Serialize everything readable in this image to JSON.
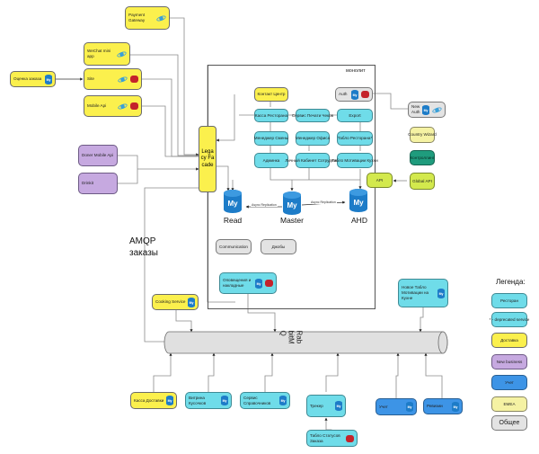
{
  "monolith": {
    "title": "монолит",
    "services": {
      "contact_center": "Контакт Центр",
      "kassa_restorana": "Касса Ресторана",
      "print_service": "Сервис Печати Чеков",
      "export": "Export",
      "shift_manager": "Менеджер Смены",
      "office_manager": "Менеджер Офиса",
      "restaurant_board": "Табло Ресторана*",
      "admin": "Админка",
      "employee_cabinet": "Личный Кабинет Сотрудника",
      "kitchen_motivation": "Табло Мотивации Кухни",
      "auth": "Auth",
      "communication": "Communication",
      "jobs": "Джобы",
      "notifications": "Оповещения и накладные"
    },
    "databases": {
      "read": "Read",
      "master": "Master",
      "ahd": "AHD",
      "async_replication_1": "Async Replication",
      "async_replication_2": "Async Replication"
    }
  },
  "clients": {
    "payment_gateway": "Payment Gateway",
    "wechat": "WeChat mini app",
    "site": "Site",
    "mobile_api": "Mobile Api",
    "order_rating": "Оценка заказа",
    "doner_mobile_api": "Doner Mobile Api",
    "drinkit": "Drinkit",
    "legacy_facade": "Legacy Facade"
  },
  "right_side": {
    "new_auth": "New Auth",
    "country_wizard": "Country Wizard",
    "controlling": "Контроллинг",
    "global_api": "Global API",
    "api": "API"
  },
  "bus": {
    "amqp_label_line1": "AMQP",
    "amqp_label_line2": "заказы",
    "rabbitmq_line1": "Rab",
    "rabbitmq_line2": "bitM",
    "rabbitmq_line3": "Q"
  },
  "bus_services": {
    "cooking_service": "Cooking Service",
    "new_kitchen_board": "Новое Табло Мотивации на Кухне",
    "delivery_kassa": "Касса Доставки",
    "kusochki_showcase": "Витрина Кусочков",
    "reference_service": "Сервис Справочников",
    "tracker": "Трекер",
    "order_status_board": "Табло Статусов Заказа",
    "accounting": "Учет",
    "audit": "Ревизии"
  },
  "legend": {
    "title": "Легенда:",
    "items": [
      {
        "label": "Ресторан",
        "color": "#6fdce9"
      },
      {
        "label": "* - deprecated service",
        "color": "#6fdce9"
      },
      {
        "label": "Доставка",
        "color": "#fbf04d"
      },
      {
        "label": "New business",
        "color": "#c6a9e0"
      },
      {
        "label": "Учет",
        "color": "#3d94e6"
      },
      {
        "label": "EMEA",
        "color": "#f5f2a3"
      },
      {
        "label": "Общее",
        "color": "#e3e3e3"
      }
    ]
  }
}
